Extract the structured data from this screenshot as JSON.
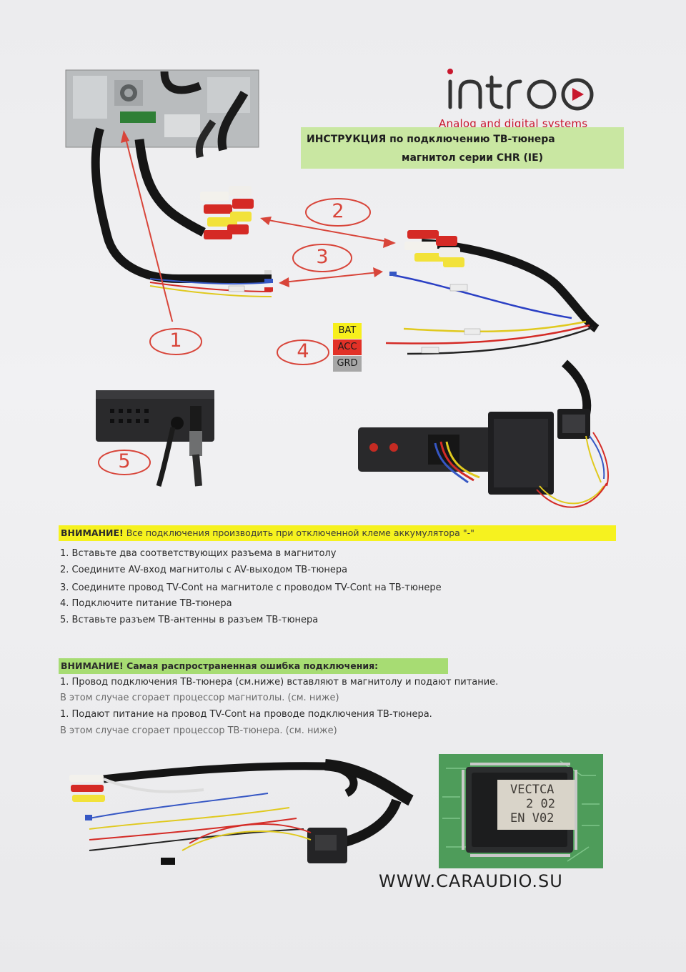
{
  "logo": {
    "wordmark": "intro",
    "tagline": "Analog and digital systems"
  },
  "title": {
    "line1": "ИНСТРУКЦИЯ по подключению ТВ-тюнера",
    "line2": "магнитол серии CHR (IE)"
  },
  "callouts": [
    "1",
    "2",
    "3",
    "4",
    "5"
  ],
  "power_labels": [
    {
      "text": "BAT",
      "color": "#f7ef1c"
    },
    {
      "text": "ACC",
      "color": "#e23127"
    },
    {
      "text": "GRD",
      "color": "#a7a7a7"
    }
  ],
  "warning1": {
    "prefix": "ВНИМАНИЕ!",
    "text": " Все подключения производить при отключенной клеме аккумулятора \"-\"",
    "bg": "#f6f21f"
  },
  "steps": [
    "1. Вставьте два соответствующих разъема в магнитолу",
    "2. Соедините AV-вход магнитолы с AV-выходом ТВ-тюнера",
    "3. Соедините провод TV-Cont на магнитоле с проводом TV-Cont на ТВ-тюнере",
    "4. Подключите питание ТВ-тюнера",
    "5. Вставьте разъем ТВ-антенны в разъем ТВ-тюнера"
  ],
  "warning2": {
    "text": "ВНИМАНИЕ! Самая распространенная ошибка подключения:",
    "bg": "#a7dc73"
  },
  "errors": [
    {
      "main": "1. Провод подключения ТВ-тюнера (см.ниже) вставляют в магнитолу и подают питание.",
      "note": "В этом случае сгорает процессор магнитолы. (см. ниже)"
    },
    {
      "main": "1. Подают питание на провод TV-Cont на проводе подключения ТВ-тюнера.",
      "note": "В этом случае сгорает процессор ТВ-тюнера. (см. ниже)"
    }
  ],
  "chip": {
    "line1": "VECTCA",
    "line2": "2 02",
    "line3": "EN V02"
  },
  "website": "WWW.CARAUDIO.SU",
  "colors": {
    "accent_red": "#d8453a",
    "brand_red": "#c8172d",
    "title_green": "#c9e7a2"
  }
}
